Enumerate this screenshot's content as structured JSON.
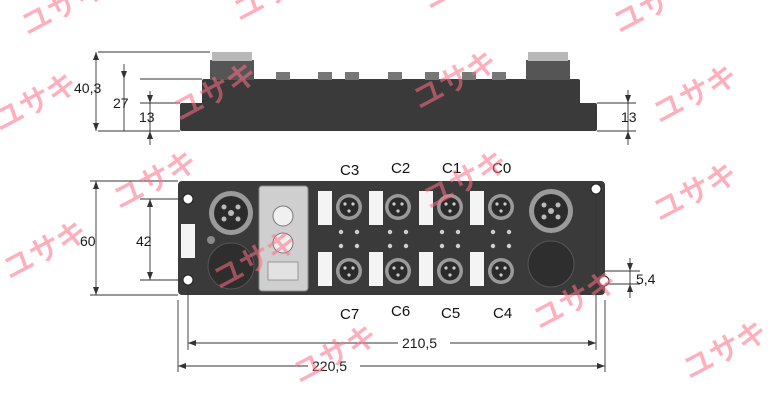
{
  "colors": {
    "housing": "#3a3a3a",
    "housing_dark": "#262626",
    "white_panel": "#f4f4f4",
    "connector": "#2b2b2b",
    "connector_ring": "#9a9a9a",
    "watermark": "#ff6f86",
    "line": "#333333"
  },
  "side_view": {
    "dimensions": {
      "height_total": "40,3",
      "height_body": "27",
      "height_base_left": "13",
      "height_base_right": "13"
    }
  },
  "front_view": {
    "ports_top": [
      "C3",
      "C2",
      "C1",
      "C0"
    ],
    "ports_bottom": [
      "C7",
      "C6",
      "C5",
      "C4"
    ],
    "dimensions": {
      "height_total": "60",
      "height_mount": "42",
      "hole_offset": "5,4",
      "width_mount": "210,5",
      "width_total": "220,5"
    }
  },
  "watermark": {
    "text": "ユサキ"
  }
}
